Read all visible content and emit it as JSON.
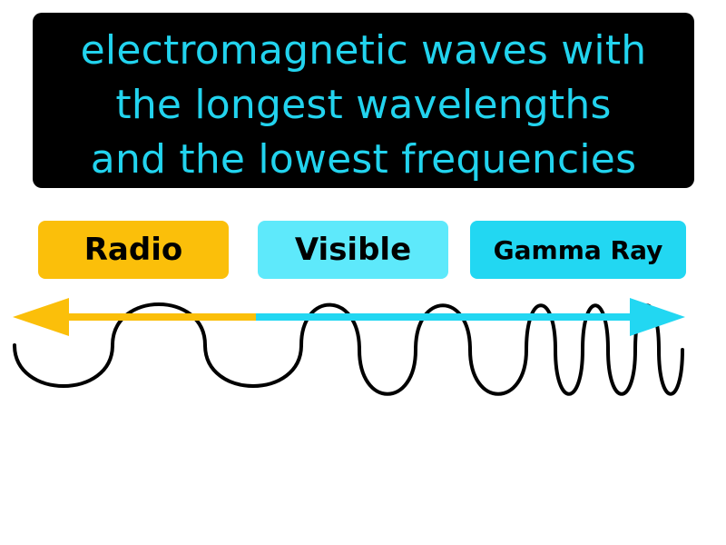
{
  "definition": {
    "lines": [
      "electromagnetic waves with",
      "the longest wavelengths",
      "and the lowest frequencies"
    ],
    "text_color": "#22d3ee",
    "background_color": "#000000"
  },
  "spectrum": {
    "labels": [
      {
        "text": "Radio",
        "color": "#fbbf0a"
      },
      {
        "text": "Visible",
        "color": "#5ee9fb"
      },
      {
        "text": "Gamma Ray",
        "color": "#22d7f2"
      }
    ],
    "arrow_colors": {
      "left": "#fbbf0a",
      "right": "#22d7f2"
    },
    "wave_color": "#000000"
  }
}
